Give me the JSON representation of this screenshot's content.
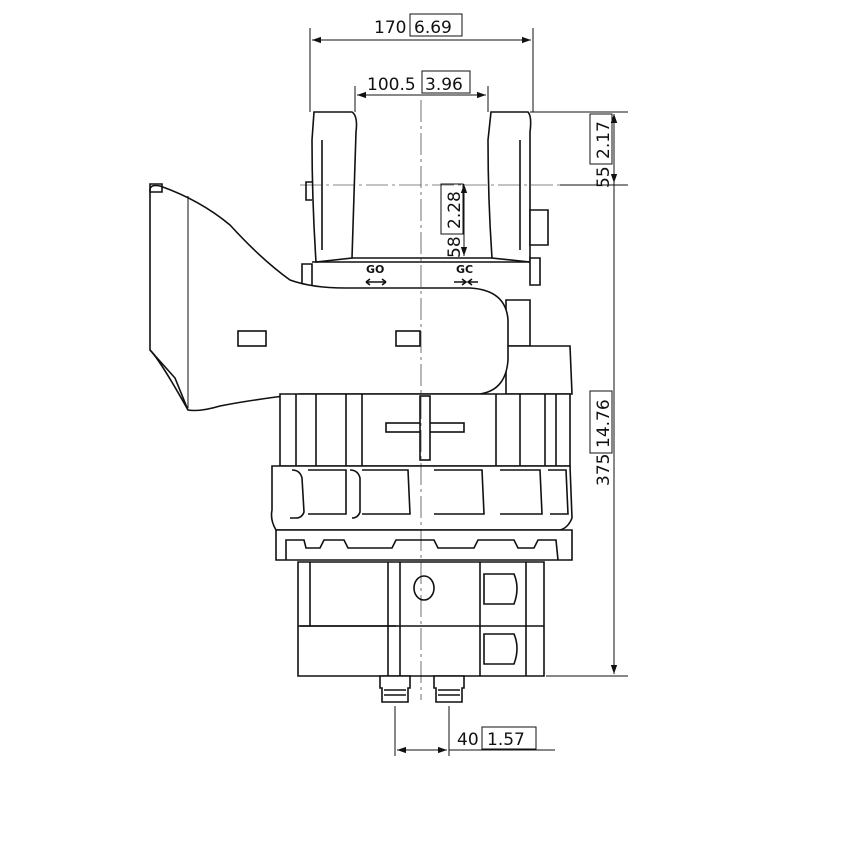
{
  "drawing": {
    "dimensions": {
      "overall_width": {
        "mm": "170",
        "in": "6.69"
      },
      "gap_width": {
        "mm": "100.5",
        "in": "3.96"
      },
      "top_offset": {
        "mm": "55",
        "in": "2.17"
      },
      "gap_depth": {
        "mm": "58",
        "in": "2.28"
      },
      "overall_height": {
        "mm": "375",
        "in": "14.76"
      },
      "port_spacing": {
        "mm": "40",
        "in": "1.57"
      }
    },
    "labels": {
      "go": "GO",
      "gc": "GC"
    }
  }
}
